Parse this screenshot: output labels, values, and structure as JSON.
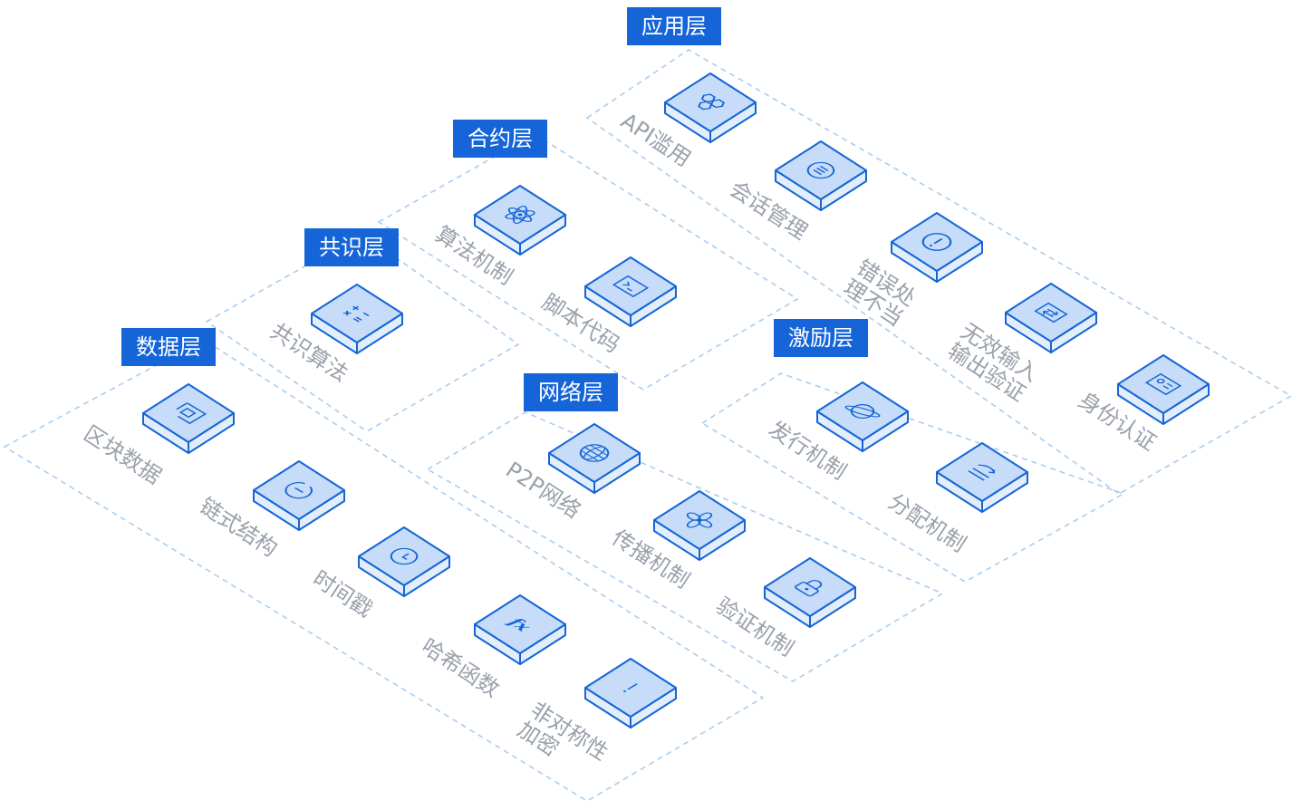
{
  "colors": {
    "accent": "#1565d8",
    "tile_top": "#c6dcf8",
    "tile_edge": "#1565d8",
    "tile_side": "#e4eefb",
    "dash": "#a9cdee",
    "label_text": "#9aa1ab"
  },
  "layers": [
    {
      "id": "app",
      "label": "应用层",
      "items": [
        {
          "icon": "hexagon-cluster-icon",
          "lines": [
            "API滥用"
          ]
        },
        {
          "icon": "chat-bubble-icon",
          "lines": [
            "会话管理"
          ]
        },
        {
          "icon": "alert-circle-icon",
          "lines": [
            "错误处",
            "理不当"
          ]
        },
        {
          "icon": "input-arrows-icon",
          "lines": [
            "无效输入",
            "输出验证"
          ]
        },
        {
          "icon": "id-card-icon",
          "lines": [
            "身份认证"
          ]
        }
      ]
    },
    {
      "id": "contract",
      "label": "合约层",
      "items": [
        {
          "icon": "atom-icon",
          "lines": [
            "算法机制"
          ]
        },
        {
          "icon": "terminal-icon",
          "lines": [
            "脚本代码"
          ]
        }
      ]
    },
    {
      "id": "consensus",
      "label": "共识层",
      "items": [
        {
          "icon": "calculator-icon",
          "lines": [
            "共识算法"
          ]
        }
      ]
    },
    {
      "id": "data",
      "label": "数据层",
      "items": [
        {
          "icon": "block-data-icon",
          "lines": [
            "区块数据"
          ]
        },
        {
          "icon": "chain-icon",
          "lines": [
            "链式结构"
          ]
        },
        {
          "icon": "clock-icon",
          "lines": [
            "时间戳"
          ]
        },
        {
          "icon": "function-fx-icon",
          "lines": [
            "哈希函数"
          ]
        },
        {
          "icon": "exclamation-icon",
          "lines": [
            "非对称性",
            "加密"
          ]
        }
      ]
    },
    {
      "id": "network",
      "label": "网络层",
      "items": [
        {
          "icon": "globe-icon",
          "lines": [
            "P2P网络"
          ]
        },
        {
          "icon": "propeller-icon",
          "lines": [
            "传播机制"
          ]
        },
        {
          "icon": "lock-icon",
          "lines": [
            "验证机制"
          ]
        }
      ]
    },
    {
      "id": "incentive",
      "label": "激励层",
      "items": [
        {
          "icon": "planet-icon",
          "lines": [
            "发行机制"
          ]
        },
        {
          "icon": "distribute-arrow-icon",
          "lines": [
            "分配机制"
          ]
        }
      ]
    }
  ]
}
